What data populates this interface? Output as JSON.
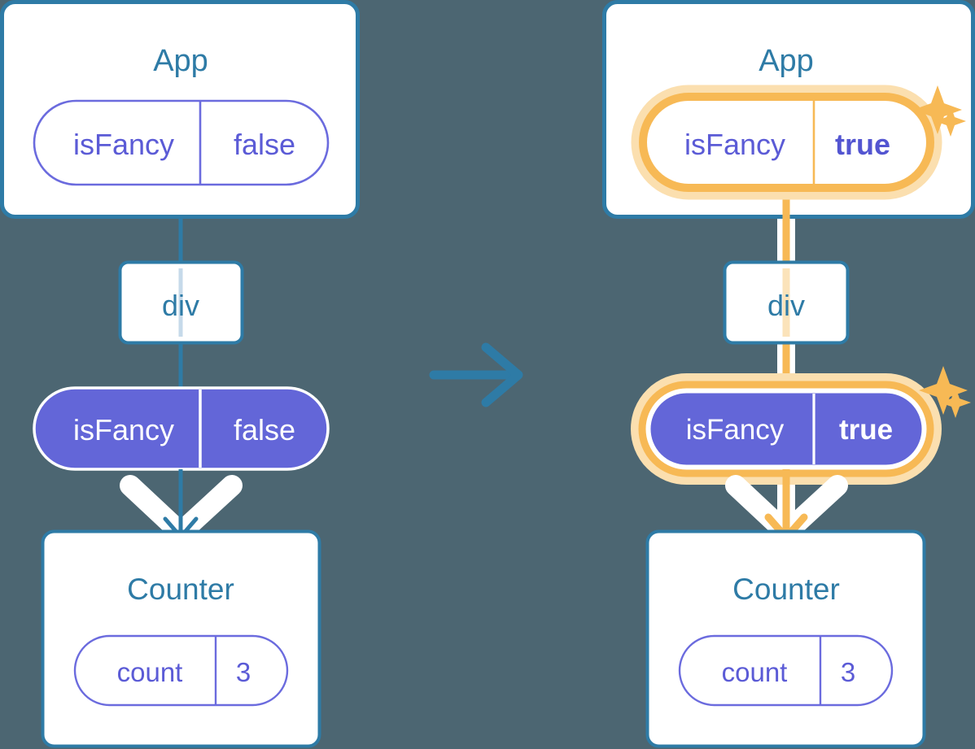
{
  "diagram": {
    "type": "react-state-propagation",
    "background_color": "#4C6672",
    "colors": {
      "box_border_blue": "#2E7BA6",
      "title_blue": "#2E7BA6",
      "pill_outline_purple": "#6B6BDE",
      "pill_text_purple": "#5B5BD6",
      "pill_filled_purple": "#6366D8",
      "highlight_orange": "#F7B955",
      "highlight_glow": "#FBDFAF",
      "white": "#FFFFFF",
      "div_line_light": "#C6DAEA"
    },
    "transition_arrow": {
      "name": "transition-arrow",
      "direction": "right",
      "color": "#2E7BA6"
    },
    "panels": [
      {
        "id": "before",
        "app": {
          "title": "App",
          "state_pill": {
            "key": "isFancy",
            "value": "false",
            "style": "outline",
            "highlighted": false
          }
        },
        "div": {
          "label": "div",
          "highlighted": false
        },
        "props_pill": {
          "key": "isFancy",
          "value": "false",
          "style": "filled",
          "highlighted": false
        },
        "counter": {
          "title": "Counter",
          "state_pill": {
            "key": "count",
            "value": "3",
            "style": "outline",
            "highlighted": false
          }
        },
        "connector_color": "#2E7BA6",
        "sparkles": false
      },
      {
        "id": "after",
        "app": {
          "title": "App",
          "state_pill": {
            "key": "isFancy",
            "value": "true",
            "style": "outline",
            "highlighted": true
          }
        },
        "div": {
          "label": "div",
          "highlighted": true
        },
        "props_pill": {
          "key": "isFancy",
          "value": "true",
          "style": "filled",
          "highlighted": true
        },
        "counter": {
          "title": "Counter",
          "state_pill": {
            "key": "count",
            "value": "3",
            "style": "outline",
            "highlighted": false
          }
        },
        "connector_color": "#F7B955",
        "sparkles": true
      }
    ]
  }
}
